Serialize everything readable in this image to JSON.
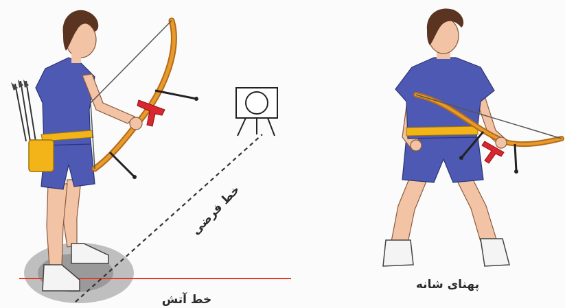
{
  "labels": {
    "fire_line": "خط آتش",
    "imaginary_line": "خط فرضی",
    "shoulder_width": "پهنای شانه"
  },
  "colors": {
    "fire_line": "#e53a2a",
    "shirt": "#4d59b2",
    "shirt_dark": "#3a4596",
    "skin": "#f2c3a4",
    "hair": "#5a3420",
    "bow": "#e59b2d",
    "bow_edge": "#b76a15",
    "belt": "#f2b418",
    "grip_red": "#d9272e",
    "dashed_line": "#333333"
  },
  "icons": {
    "target": "target-icon",
    "quiver": "quiver-icon",
    "arrows": "arrows-icon"
  }
}
